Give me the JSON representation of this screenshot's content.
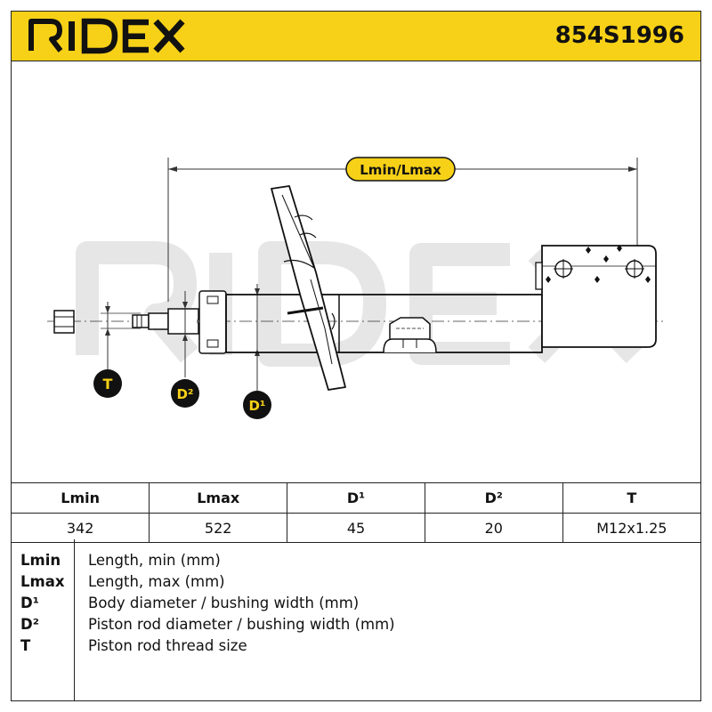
{
  "brand": {
    "logo_text": "RIDEX",
    "watermark_text": "RIDEX",
    "accent_color": "#f7d117"
  },
  "header": {
    "part_number": "854S1996"
  },
  "drawing": {
    "dimension_label": "Lmin/Lmax",
    "callouts": {
      "t": "T",
      "d2": "D²",
      "d1": "D¹"
    }
  },
  "spec_table": {
    "headers": [
      "Lmin",
      "Lmax",
      "D¹",
      "D²",
      "T"
    ],
    "values": [
      "342",
      "522",
      "45",
      "20",
      "M12x1.25"
    ]
  },
  "legend": [
    {
      "key": "Lmin",
      "desc": "Length, min (mm)"
    },
    {
      "key": "Lmax",
      "desc": "Length, max (mm)"
    },
    {
      "key": "D¹",
      "desc": "Body diameter / bushing width (mm)"
    },
    {
      "key": "D²",
      "desc": "Piston rod diameter / bushing width (mm)"
    },
    {
      "key": "T",
      "desc": "Piston rod thread size"
    }
  ]
}
